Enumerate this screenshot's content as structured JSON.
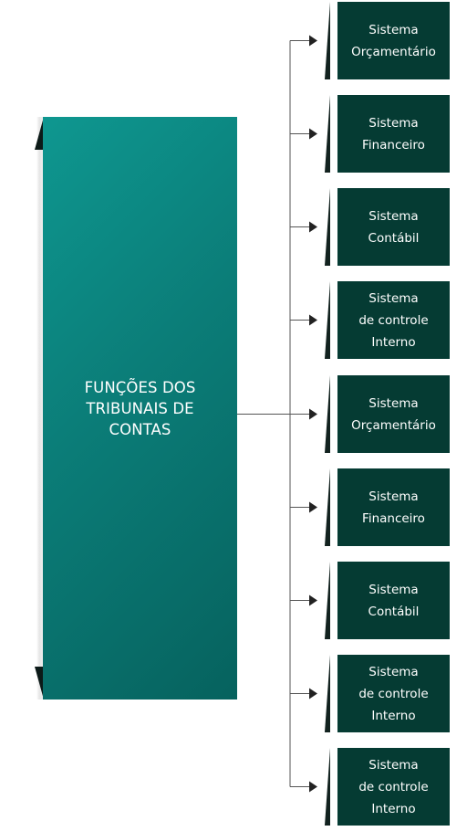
{
  "main_title": "FUNÇÕES DOS\nTRIBUNAIS DE\nCONTAS",
  "colors": {
    "main_box": "#0b7d78",
    "system_box": "#053b33",
    "connector": "#555555",
    "arrow": "#222222"
  },
  "systems": [
    {
      "label": "Sistema\nOrçamentário"
    },
    {
      "label": "Sistema\nFinanceiro"
    },
    {
      "label": "Sistema\nContábil"
    },
    {
      "label": "Sistema\nde controle\nInterno"
    },
    {
      "label": "Sistema\nOrçamentário"
    },
    {
      "label": "Sistema\nFinanceiro"
    },
    {
      "label": "Sistema\nContábil"
    },
    {
      "label": "Sistema\nde controle\nInterno"
    },
    {
      "label": "Sistema\nde controle\nInterno"
    }
  ]
}
